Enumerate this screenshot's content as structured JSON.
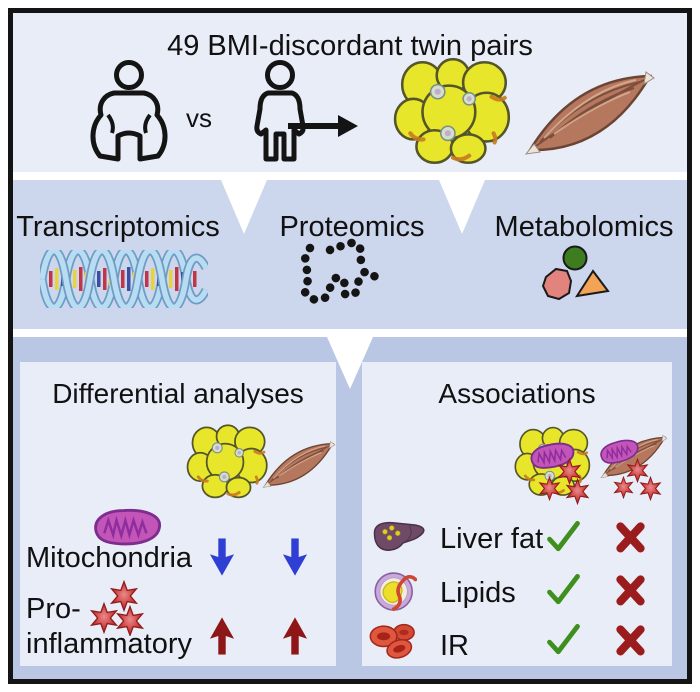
{
  "figure": {
    "header": {
      "title": "49 BMI-discordant twin pairs",
      "vs_label": "vs",
      "icons": [
        "obese-person-icon",
        "lean-person-icon",
        "flow-arrow-icon",
        "adipose-tissue-icon",
        "muscle-tissue-icon"
      ]
    },
    "omics_band": {
      "items": [
        {
          "label": "Transcriptomics",
          "icon": "dna-helix-icon"
        },
        {
          "label": "Proteomics",
          "icon": "protein-chain-icon"
        },
        {
          "label": "Metabolomics",
          "icon": "metabolite-shapes-icon"
        }
      ]
    },
    "differential_panel": {
      "title": "Differential analyses",
      "tissue_icons": [
        "adipose-tissue-icon",
        "muscle-tissue-icon"
      ],
      "rows": [
        {
          "label": "Mitochondria",
          "icon": "mitochondria-icon",
          "adipose_direction": "down",
          "muscle_direction": "down"
        },
        {
          "label_line1": "Pro-",
          "label_line2": "inflammatory",
          "icon": "inflammation-stars-icon",
          "adipose_direction": "up",
          "muscle_direction": "up"
        }
      ]
    },
    "associations_panel": {
      "title": "Associations",
      "tissue_icons": [
        "adipose-with-mitochondria-and-stars-icon",
        "muscle-with-mitochondria-and-stars-icon"
      ],
      "rows": [
        {
          "label": "Liver fat",
          "icon": "liver-icon",
          "adipose_result": "check",
          "muscle_result": "cross"
        },
        {
          "label": "Lipids",
          "icon": "lipid-particle-icon",
          "adipose_result": "check",
          "muscle_result": "cross"
        },
        {
          "label": "IR",
          "icon": "red-blood-cells-icon",
          "adipose_result": "check",
          "muscle_result": "cross"
        }
      ]
    },
    "colors": {
      "panel_light": "#e9edf8",
      "band_mid": "#ccd6ec",
      "panel_dark": "#b9c7e4",
      "border_black": "#141414",
      "down_arrow_blue": "#2f3fd4",
      "up_arrow_dark_red": "#8e1616",
      "check_green": "#3f8f1f",
      "cross_dark_red": "#9b1c1c",
      "adipocyte_yellow": "#e7e62b",
      "muscle_brown": "#b5785e",
      "mitochondria_magenta": "#c455b8",
      "inflammation_star_red": "#c43333"
    }
  }
}
